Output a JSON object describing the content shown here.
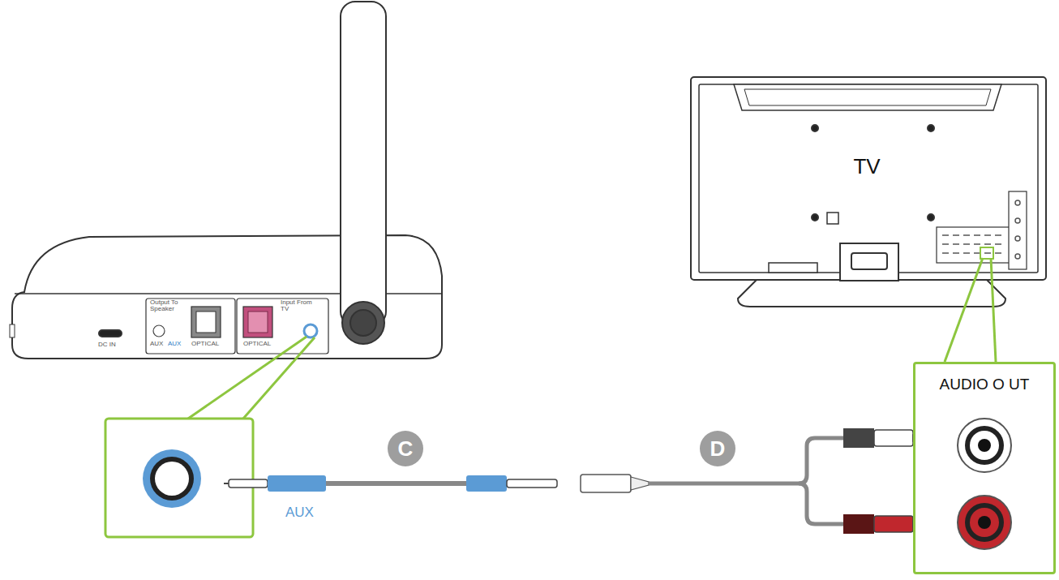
{
  "diagram": {
    "nodes": [
      {
        "text": [
          "TV"
        ]
      },
      {
        "text": [
          "C"
        ]
      },
      {
        "text": [
          "D"
        ]
      },
      {
        "text": [
          "AUDIO O UT"
        ]
      }
    ],
    "labels": [
      "Output To Speaker",
      "AUX",
      "AUX",
      "OPTICAL",
      "Input From TV",
      "OPTICAL",
      "DC IN",
      "AUX"
    ]
  }
}
